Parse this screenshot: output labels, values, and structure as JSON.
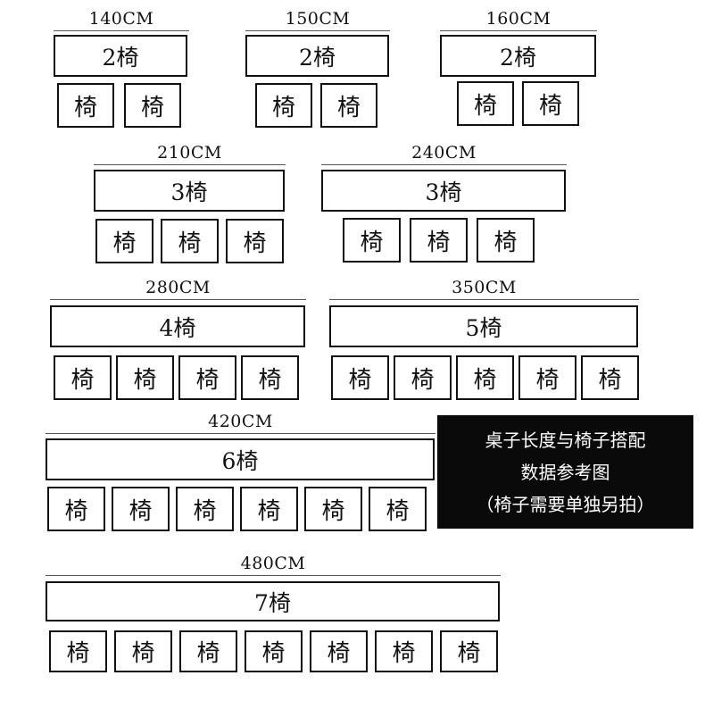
{
  "groups": [
    {
      "id": "140",
      "size_label": "140CM",
      "table_label": "2椅",
      "chairs": [
        "椅",
        "椅"
      ]
    },
    {
      "id": "150",
      "size_label": "150CM",
      "table_label": "2椅",
      "chairs": [
        "椅",
        "椅"
      ]
    },
    {
      "id": "160",
      "size_label": "160CM",
      "table_label": "2椅",
      "chairs": [
        "椅",
        "椅"
      ]
    },
    {
      "id": "210",
      "size_label": "210CM",
      "table_label": "3椅",
      "chairs": [
        "椅",
        "椅",
        "椅"
      ]
    },
    {
      "id": "240",
      "size_label": "240CM",
      "table_label": "3椅",
      "chairs": [
        "椅",
        "椅",
        "椅"
      ]
    },
    {
      "id": "280",
      "size_label": "280CM",
      "table_label": "4椅",
      "chairs": [
        "椅",
        "椅",
        "椅",
        "椅"
      ]
    },
    {
      "id": "350",
      "size_label": "350CM",
      "table_label": "5椅",
      "chairs": [
        "椅",
        "椅",
        "椅",
        "椅",
        "椅"
      ]
    },
    {
      "id": "420",
      "size_label": "420CM",
      "table_label": "6椅",
      "chairs": [
        "椅",
        "椅",
        "椅",
        "椅",
        "椅",
        "椅"
      ]
    },
    {
      "id": "480",
      "size_label": "480CM",
      "table_label": "7椅",
      "chairs": [
        "椅",
        "椅",
        "椅",
        "椅",
        "椅",
        "椅",
        "椅"
      ]
    }
  ],
  "note": {
    "line1": "桌子长度与椅子搭配",
    "line2": "数据参考图",
    "line3": "（椅子需要单独另拍）"
  },
  "colors": {
    "note_background": "#0a0a0a",
    "note_text": "#ffffff",
    "stroke": "#111111"
  }
}
